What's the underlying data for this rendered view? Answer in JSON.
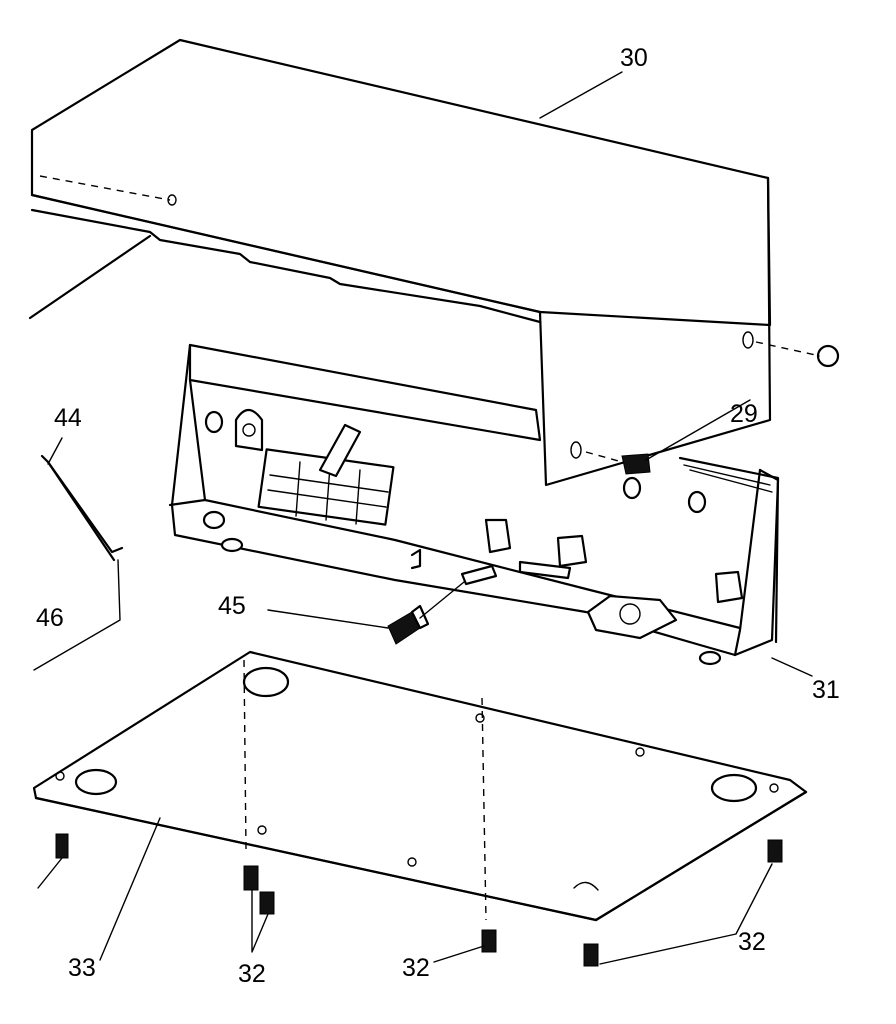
{
  "callouts": {
    "c30": "30",
    "c29": "29",
    "c44": "44",
    "c46": "46",
    "c45": "45",
    "c31": "31",
    "c33": "33",
    "c32a": "32",
    "c32b": "32",
    "c32c": "32"
  }
}
